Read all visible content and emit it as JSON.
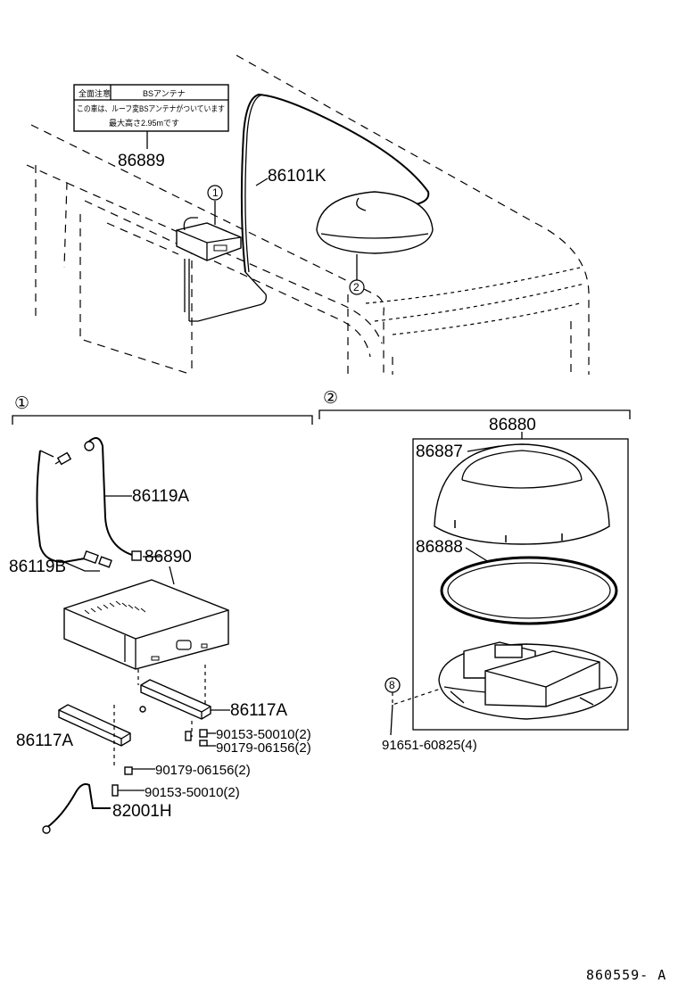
{
  "label_sticker": {
    "title_left": "全面注意",
    "title_right": "BSアンテナ",
    "line1": "この車は、ルーフ変BSアンテナがついています",
    "line2": "最大高さ2.95mです"
  },
  "callouts": {
    "view1_marker": "①",
    "view2_marker": "②",
    "screw_marker": "8"
  },
  "part_numbers": {
    "p86889": "86889",
    "p86101K": "86101K",
    "p86119A": "86119A",
    "p86119B": "86119B",
    "p86890": "86890",
    "p86117A_right": "86117A",
    "p86117A_left": "86117A",
    "p90153_upper": "90153-50010(2)",
    "p90179_upper": "90179-06156(2)",
    "p90179_lower": "90179-06156(2)",
    "p90153_lower": "90153-50010(2)",
    "p82001H": "82001H",
    "p86880": "86880",
    "p86887": "86887",
    "p86888": "86888",
    "p91651": "91651-60825(4)"
  },
  "diagram_code": "860559- A"
}
